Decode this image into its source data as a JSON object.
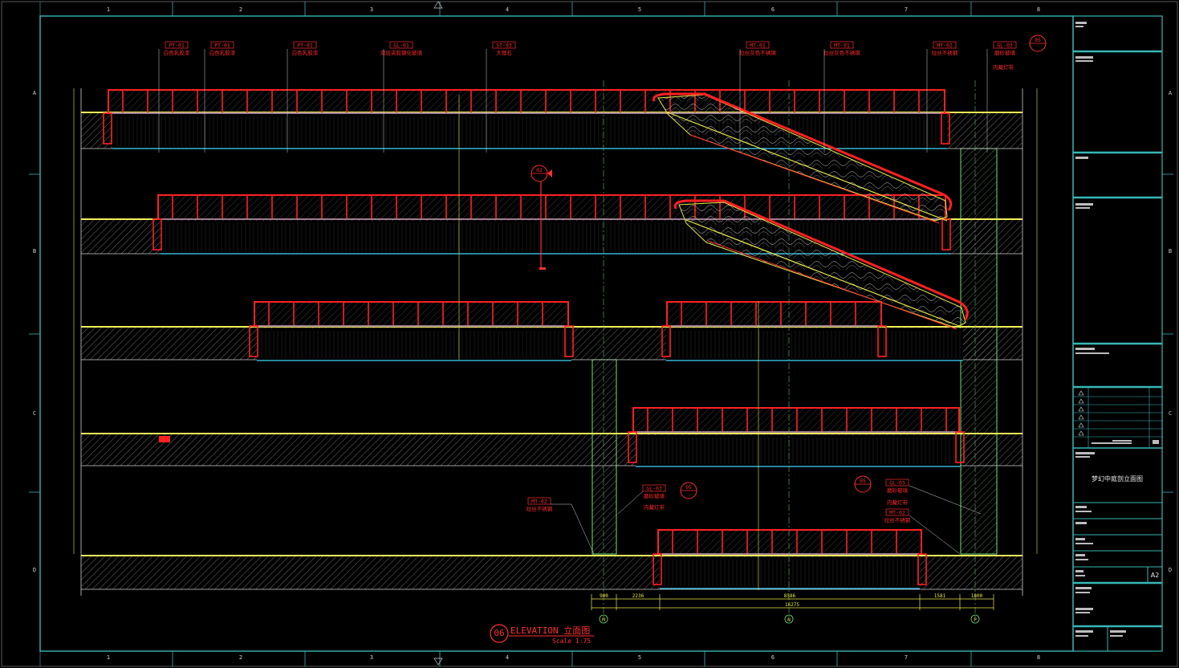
{
  "drawing": {
    "title": "ELEVATION 立面图",
    "title_number": "06",
    "scale": "Scale 1:75",
    "sheet_name": "梦幻中庭剖立面图",
    "sheet_no": "A2"
  },
  "grid_columns": [
    "1",
    "2",
    "3",
    "4",
    "5",
    "6",
    "7",
    "8"
  ],
  "grid_rows": [
    "A",
    "B",
    "C",
    "D"
  ],
  "bottom_axes": [
    "M",
    "N",
    "P"
  ],
  "material_tags_top": [
    {
      "code": "PT-01",
      "desc": "白色乳胶漆"
    },
    {
      "code": "PT-01",
      "desc": "白色乳胶漆"
    },
    {
      "code": "PT-01",
      "desc": "白色乳胶漆"
    },
    {
      "code": "GL-01",
      "desc": "双层夹胶钢化玻璃"
    },
    {
      "code": "ST-03",
      "desc": "大理石"
    },
    {
      "code": "MT-01",
      "desc": "拉丝灰色不锈钢"
    },
    {
      "code": "MT-01",
      "desc": "拉丝灰色不锈钢"
    },
    {
      "code": "MT-02",
      "desc": "拉丝不锈钢"
    },
    {
      "code": "GL-03",
      "desc": "磨砂玻璃"
    },
    {
      "code": "",
      "desc": "内藏灯带"
    }
  ],
  "material_tags_lower": [
    {
      "code": "MT-02",
      "desc": "拉丝不锈钢"
    },
    {
      "code": "GL-03",
      "desc": "磨砂玻璃"
    },
    {
      "code": "",
      "desc": "内藏灯带"
    },
    {
      "code": "GL-03",
      "desc": "磨砂玻璃"
    },
    {
      "code": "",
      "desc": "内藏灯带"
    },
    {
      "code": "MT-02",
      "desc": "拉丝不锈钢"
    }
  ],
  "detail_callouts": [
    "05",
    "02",
    "05",
    "05"
  ],
  "bottom_dims": [
    "900",
    "2236",
    "8586",
    "1581",
    "1800"
  ],
  "bottom_total": "16275",
  "icons": {
    "section_marker": "section-callout-icon",
    "north_triangle": "grid-triangle-icon",
    "escalator": "escalator-icon"
  },
  "colors": {
    "background": "#000000",
    "frame": "#37b6b6",
    "railing": "#ff2020",
    "slab": "#f2f25a",
    "glass": "#3fd9ff",
    "hatch": "#9a9a9a",
    "wall": "#6fe36f"
  }
}
